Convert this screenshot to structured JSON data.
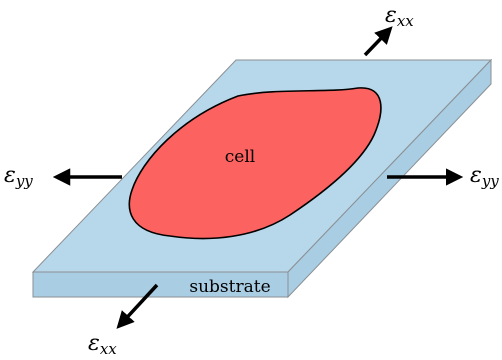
{
  "diagram": {
    "cell_label": "cell",
    "substrate_label": "substrate",
    "strain_top": {
      "symbol": "ε",
      "subscript": "xx"
    },
    "strain_bottom": {
      "symbol": "ε",
      "subscript": "xx"
    },
    "strain_left": {
      "symbol": "ε",
      "subscript": "yy"
    },
    "strain_right": {
      "symbol": "ε",
      "subscript": "yy"
    }
  },
  "colors": {
    "substrate_fill": "#b7d7ea",
    "substrate_side": "#a9cde3",
    "cell_fill": "#fb6260",
    "outline": "#000000",
    "arrow": "#000000"
  }
}
